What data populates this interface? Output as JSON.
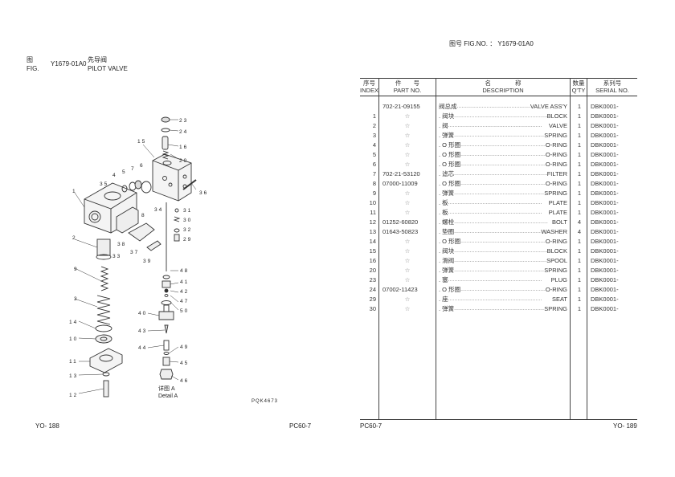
{
  "left_page": {
    "fig_label_cn": "图",
    "fig_label_en": "FIG.",
    "fig_number": "Y1679-01A0",
    "title_cn": "先导阀",
    "title_en": "PILOT VALVE",
    "drawing_code": "PQK4673",
    "detail_label_cn": "详图 A",
    "detail_label_en": "Detail A",
    "page_number": "YO- 188",
    "model": "PC60-7",
    "callouts": [
      "23",
      "24",
      "16",
      "15",
      "20",
      "36",
      "35",
      "4",
      "5",
      "7",
      "6",
      "1",
      "34",
      "8",
      "31",
      "30",
      "32",
      "29",
      "2",
      "38",
      "33",
      "37",
      "39",
      "9",
      "3",
      "48",
      "41",
      "42",
      "47",
      "50",
      "40",
      "14",
      "10",
      "43",
      "44",
      "49",
      "11",
      "45",
      "13",
      "46",
      "12"
    ]
  },
  "right_page": {
    "fig_no_label": "图号 FIG.NO. ：",
    "fig_no": "Y1679-01A0",
    "headers": {
      "index_cn": "序号",
      "index_en": "INDEX",
      "part_cn": "件　　号",
      "part_en": "PART NO.",
      "desc_cn": "名　　　　称",
      "desc_en": "DESCRIPTION",
      "qty_cn": "数量",
      "qty_en": "Q'TY",
      "serial_cn": "系列号",
      "serial_en": "SERIAL NO."
    },
    "rows": [
      {
        "index": "",
        "part": "702-21-09155",
        "desc_cn": "阀总成",
        "desc_en": "VALVE ASS'Y",
        "qty": "1",
        "serial": "DBK0001-"
      },
      {
        "index": "1",
        "part": "☆",
        "desc_cn": ". 阀块",
        "desc_en": "BLOCK",
        "qty": "1",
        "serial": "DBK0001-"
      },
      {
        "index": "2",
        "part": "☆",
        "desc_cn": ". 阀",
        "desc_en": "VALVE",
        "qty": "1",
        "serial": "DBK0001-"
      },
      {
        "index": "3",
        "part": "☆",
        "desc_cn": ". 弹簧",
        "desc_en": "SPRING",
        "qty": "1",
        "serial": "DBK0001-"
      },
      {
        "index": "4",
        "part": "☆",
        "desc_cn": ". O 形圈",
        "desc_en": "O-RING",
        "qty": "1",
        "serial": "DBK0001-"
      },
      {
        "index": "5",
        "part": "☆",
        "desc_cn": ". O 形圈",
        "desc_en": "O-RING",
        "qty": "1",
        "serial": "DBK0001-"
      },
      {
        "index": "6",
        "part": "☆",
        "desc_cn": ". O 形圈",
        "desc_en": "O-RING",
        "qty": "1",
        "serial": "DBK0001-"
      },
      {
        "index": "7",
        "part": "702-21-53120",
        "desc_cn": ". 滤芯",
        "desc_en": "FILTER",
        "qty": "1",
        "serial": "DBK0001-"
      },
      {
        "index": "8",
        "part": "07000-11009",
        "desc_cn": ". O 形圈",
        "desc_en": "O-RING",
        "qty": "1",
        "serial": "DBK0001-"
      },
      {
        "index": "9",
        "part": "☆",
        "desc_cn": ". 弹簧",
        "desc_en": "SPRING",
        "qty": "1",
        "serial": "DBK0001-"
      },
      {
        "index": "10",
        "part": "☆",
        "desc_cn": ". 板",
        "desc_en": "PLATE",
        "qty": "1",
        "serial": "DBK0001-"
      },
      {
        "index": "11",
        "part": "☆",
        "desc_cn": ". 板",
        "desc_en": "PLATE",
        "qty": "1",
        "serial": "DBK0001-"
      },
      {
        "index": "12",
        "part": "01252-60820",
        "desc_cn": ". 螺栓",
        "desc_en": "BOLT",
        "qty": "4",
        "serial": "DBK0001-"
      },
      {
        "index": "13",
        "part": "01643-50823",
        "desc_cn": ". 垫圈",
        "desc_en": "WASHER",
        "qty": "4",
        "serial": "DBK0001-"
      },
      {
        "index": "14",
        "part": "☆",
        "desc_cn": ". O 形圈",
        "desc_en": "O-RING",
        "qty": "1",
        "serial": "DBK0001-"
      },
      {
        "index": "15",
        "part": "☆",
        "desc_cn": ". 阀块",
        "desc_en": "BLOCK",
        "qty": "1",
        "serial": "DBK0001-"
      },
      {
        "index": "16",
        "part": "☆",
        "desc_cn": ". 滑阀",
        "desc_en": "SPOOL",
        "qty": "1",
        "serial": "DBK0001-"
      },
      {
        "index": "20",
        "part": "☆",
        "desc_cn": ". 弹簧",
        "desc_en": "SPRING",
        "qty": "1",
        "serial": "DBK0001-"
      },
      {
        "index": "23",
        "part": "☆",
        "desc_cn": ". 塞",
        "desc_en": "PLUG",
        "qty": "1",
        "serial": "DBK0001-"
      },
      {
        "index": "24",
        "part": "07002-11423",
        "desc_cn": ". O 形圈",
        "desc_en": "O-RING",
        "qty": "1",
        "serial": "DBK0001-"
      },
      {
        "index": "29",
        "part": "☆",
        "desc_cn": ". 座",
        "desc_en": "SEAT",
        "qty": "1",
        "serial": "DBK0001-"
      },
      {
        "index": "30",
        "part": "☆",
        "desc_cn": ". 弹簧",
        "desc_en": "SPRING",
        "qty": "1",
        "serial": "DBK0001-"
      }
    ],
    "model": "PC60-7",
    "page_number": "YO- 189"
  }
}
